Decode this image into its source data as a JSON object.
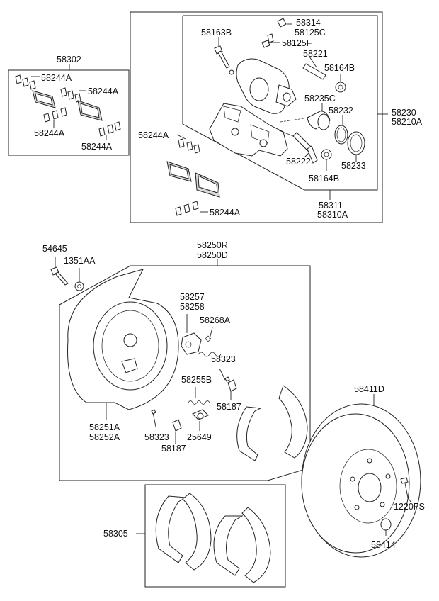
{
  "labels": {
    "l58314": "58314",
    "l58125C": "58125C",
    "l58163B": "58163B",
    "l58125F": "58125F",
    "l58221": "58221",
    "l58164B_top": "58164B",
    "l58302": "58302",
    "l58244A_1": "58244A",
    "l58244A_2": "58244A",
    "l58244A_3": "58244A",
    "l58244A_4": "58244A",
    "l58235C": "58235C",
    "l58232": "58232",
    "l58230": "58230",
    "l58210A": "58210A",
    "l58244A_5": "58244A",
    "l58222": "58222",
    "l58233": "58233",
    "l58164B_bot": "58164B",
    "l58311": "58311",
    "l58310A": "58310A",
    "l58244A_6": "58244A",
    "l54645": "54645",
    "l1351AA": "1351AA",
    "l58250R": "58250R",
    "l58250D": "58250D",
    "l58257": "58257",
    "l58258": "58258",
    "l58268A": "58268A",
    "l58323_top": "58323",
    "l58255B": "58255B",
    "l58187_right": "58187",
    "l58251A": "58251A",
    "l58252A": "58252A",
    "l58323_bot": "58323",
    "l25649": "25649",
    "l58187_bot": "58187",
    "l58411D": "58411D",
    "l1220FS": "1220FS",
    "l58305": "58305",
    "l58414": "58414"
  }
}
